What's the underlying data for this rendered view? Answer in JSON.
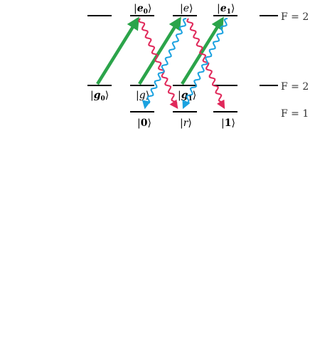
{
  "states": {
    "g0": {
      "letter": "g",
      "sub": "0"
    },
    "g": {
      "letter": "g"
    },
    "g1": {
      "letter": "g",
      "sub": "1"
    },
    "e0": {
      "letter": "e",
      "sub": "0"
    },
    "e": {
      "letter": "e"
    },
    "e1": {
      "letter": "e",
      "sub": "1"
    },
    "zero": {
      "label": "0"
    },
    "r": {
      "letter": "r"
    },
    "one": {
      "label": "1"
    }
  },
  "levels": {
    "upper": "F = 2",
    "middle": "F = 2",
    "lower": "F = 1"
  },
  "colors": {
    "pump": "#2ba44a",
    "decay_pink": "#e0285a",
    "decay_blue": "#1ba2e0",
    "level_line": "#000000"
  }
}
